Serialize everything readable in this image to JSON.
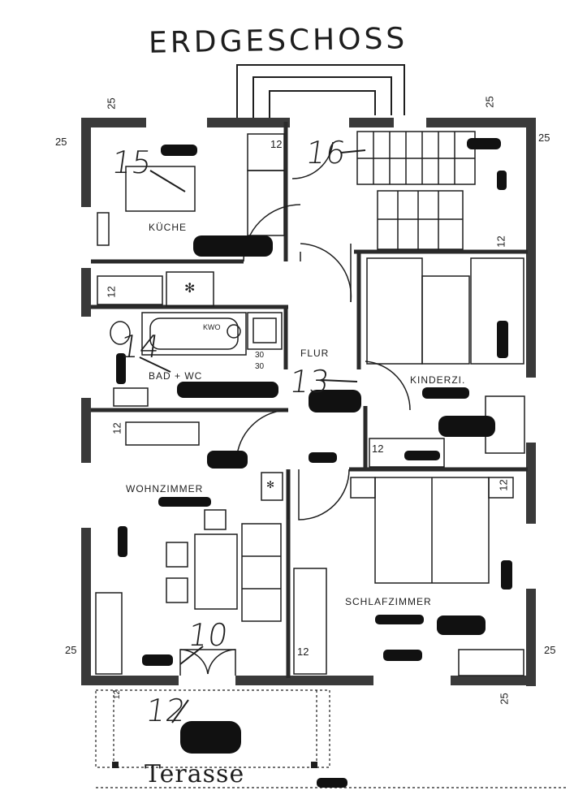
{
  "title": "ERDGESCHOSS",
  "rooms": {
    "kitchen": "KÜCHE",
    "bath": "BAD + WC",
    "hall": "FLUR",
    "kids": "KINDERZI.",
    "living": "WOHNZIMMER",
    "bedroom": "SCHLAFZIMMER",
    "terrace": "Terasse"
  },
  "numbers": {
    "n15": "15",
    "n16": "16",
    "n14": "14",
    "n13": "13",
    "n10": "10",
    "n12": "12"
  },
  "dimensions": {
    "top_left": "25",
    "left_top": "25",
    "top_right": "25",
    "right_top": "25",
    "kitchen_wall": "12",
    "stair_wall": "12",
    "bath_wall": "12",
    "bath_fraction_top": "30",
    "bath_fraction_bottom": "30",
    "living_wall": "12",
    "kids_wall": "12",
    "bedroom_wall": "12",
    "bottom_left": "25",
    "mid_bottom": "12",
    "bottom_right": "25",
    "right_bottom": "25",
    "terrace_wall": "12"
  },
  "fixtures": {
    "bathtub": "KWO",
    "hob": "✻",
    "hall_switch": "✻"
  },
  "colors": {
    "wall": "#3a3a3a",
    "ink": "#1e1e1e",
    "redaction": "#111111"
  }
}
